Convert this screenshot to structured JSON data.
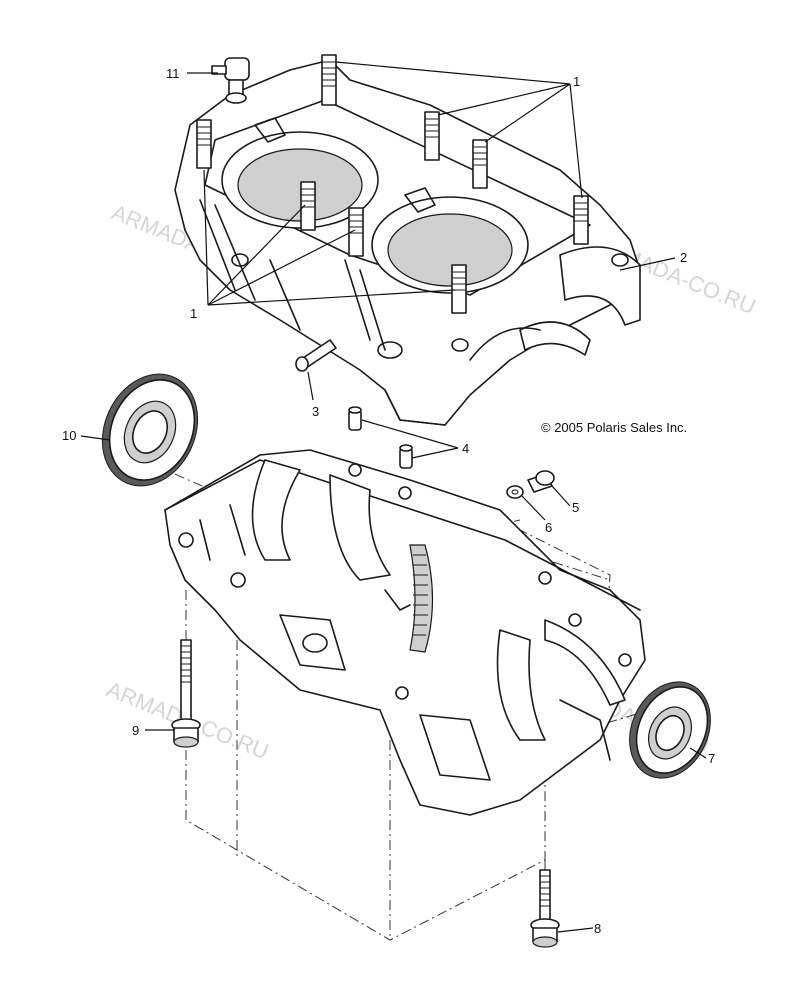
{
  "callouts": {
    "c1a": "1",
    "c1b": "1",
    "c2": "2",
    "c3": "3",
    "c4": "4",
    "c5": "5",
    "c6": "6",
    "c7": "7",
    "c8": "8",
    "c9": "9",
    "c10": "10",
    "c11": "11"
  },
  "copyright": "© 2005 Polaris Sales Inc.",
  "watermarks": [
    "ARMADA-CO.RU",
    "ARMADA-CO.RU",
    "ARMADA-CO.RU",
    "ARMADA-CO.RU",
    "ARMADA-CO.RU"
  ],
  "colors": {
    "line": "#1a1a1a",
    "shade": "#cfcfcf",
    "watermark": "#c8c8c8"
  }
}
